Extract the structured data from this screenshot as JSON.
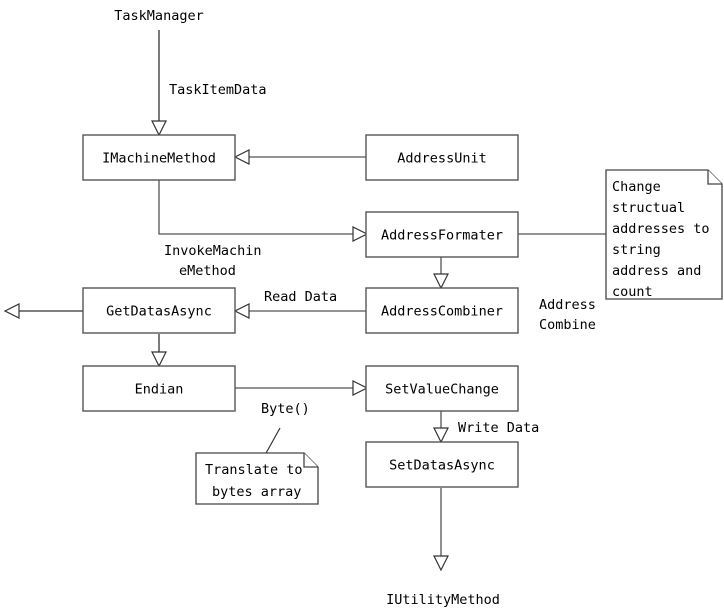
{
  "diagram": {
    "title": "Device communication flow diagram",
    "background_color": "#ffffff",
    "line_color": "#555555",
    "text_color": "#000000",
    "nodes": [
      {
        "id": "imachinemethod",
        "label": "IMachineMethod"
      },
      {
        "id": "addressunit",
        "label": "AddressUnit"
      },
      {
        "id": "addressformater",
        "label": "AddressFormater"
      },
      {
        "id": "addresscombiner",
        "label": "AddressCombiner"
      },
      {
        "id": "getdatasasync",
        "label": "GetDatasAsync"
      },
      {
        "id": "endian",
        "label": "Endian"
      },
      {
        "id": "setvaluechange",
        "label": "SetValueChange"
      },
      {
        "id": "setdatasasync",
        "label": "SetDatasAsync"
      }
    ],
    "free_labels": [
      {
        "id": "taskmanager",
        "text": "TaskManager"
      },
      {
        "id": "iutilitymethod",
        "text": "IUtilityMethod"
      }
    ],
    "edge_labels": [
      {
        "id": "taskitemdata",
        "text": "TaskItemData"
      },
      {
        "id": "invokemachinemethod-line1",
        "text": "InvokeMachin"
      },
      {
        "id": "invokemachinemethod-line2",
        "text": "eMethod"
      },
      {
        "id": "readdata",
        "text": "Read Data"
      },
      {
        "id": "byte",
        "text": "Byte()"
      },
      {
        "id": "writedata",
        "text": "Write Data"
      },
      {
        "id": "addresscombine-line1",
        "text": "Address"
      },
      {
        "id": "addresscombine-line2",
        "text": "Combine"
      }
    ],
    "notes": [
      {
        "id": "change-structual-note",
        "lines": [
          "Change",
          "structual",
          "addresses to",
          "string",
          "address and",
          "count"
        ]
      },
      {
        "id": "translate-bytes-note",
        "lines": [
          "Translate to",
          "bytes array"
        ]
      }
    ]
  }
}
